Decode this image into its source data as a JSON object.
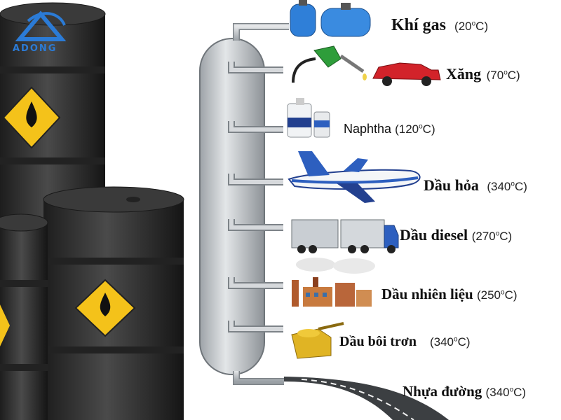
{
  "logo": {
    "text": "ADONG"
  },
  "products": [
    {
      "name": "Khí gas",
      "temp": "(20",
      "unit": "C)",
      "icon": "gas-cylinder-icon"
    },
    {
      "name": "Xăng",
      "temp": "(70",
      "unit": "C)",
      "icon": "fuel-nozzle-car-icon"
    },
    {
      "name": "Naphtha",
      "temp": "(120",
      "unit": "C)",
      "icon": "chemical-bottles-icon"
    },
    {
      "name": "Dầu hỏa",
      "temp": "(340",
      "unit": "C)",
      "icon": "airplane-icon"
    },
    {
      "name": "Dầu diesel",
      "temp": "(270",
      "unit": "C)",
      "icon": "truck-icon"
    },
    {
      "name": "Dầu nhiên liệu",
      "temp": "(250",
      "unit": "C)",
      "icon": "factory-icon"
    },
    {
      "name": "Dầu bôi trơn",
      "temp": "(340",
      "unit": "C)",
      "icon": "oil-can-icon"
    },
    {
      "name": "Nhựa đường",
      "temp": "(340",
      "unit": "C)",
      "icon": "road-icon"
    }
  ],
  "colors": {
    "barrel": "#2c2c2c",
    "diamond": "#f4c21a",
    "column": "#b9bec3",
    "pipe": "#c7cbcf",
    "logo": "#2b7bd6"
  }
}
